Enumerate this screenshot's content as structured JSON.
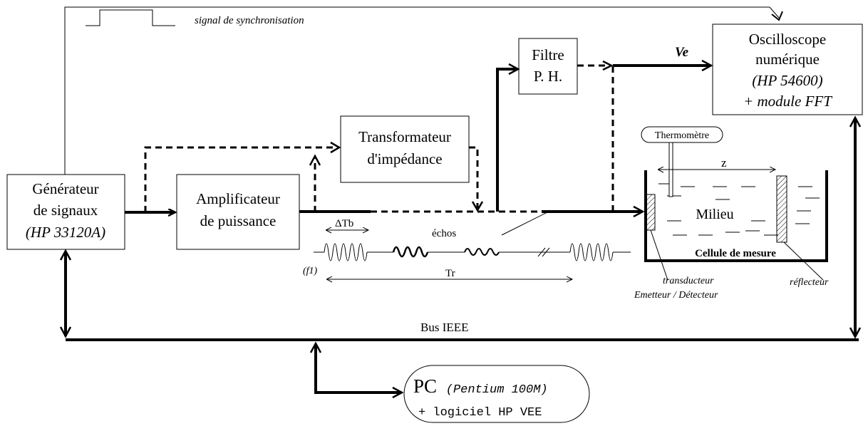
{
  "sync_label": "signal de synchronisation",
  "generator": {
    "line1": "Générateur",
    "line2": "de signaux",
    "line3": "(HP 33120A)"
  },
  "amplifier": {
    "line1": "Amplificateur",
    "line2": "de puissance"
  },
  "transformer": {
    "line1": "Transformateur",
    "line2": "d'impédance"
  },
  "filter": {
    "line1": "Filtre",
    "line2": "P. H."
  },
  "oscilloscope": {
    "line1": "Oscilloscope",
    "line2": "numérique",
    "line3": "(HP 54600)",
    "line4": "+ module FFT"
  },
  "ve_label": "Ve",
  "thermometer": "Thermomètre",
  "z_label": "z",
  "medium": "Milieu",
  "cell_label": "Cellule de mesure",
  "transducer": {
    "line1": "transducteur",
    "line2": "Emetteur / Détecteur"
  },
  "reflector": "réflecteur",
  "echoes": "échos",
  "delta_tb": "ΔTb",
  "tr": "Tr",
  "f1": "(f1)",
  "bus": "Bus IEEE",
  "pc": {
    "main": "PC",
    "model": "(Pentium 100M)",
    "software": "+ logiciel HP VEE"
  }
}
